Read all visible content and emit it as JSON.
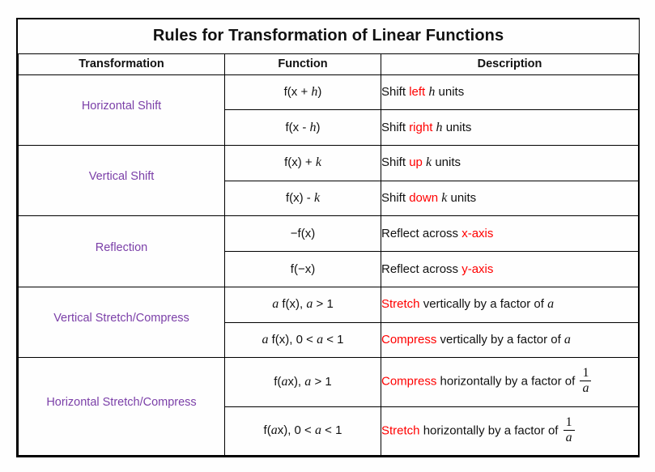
{
  "document": {
    "title": "Rules for Transformation of Linear Functions",
    "accent_purple": "#7B3FA8",
    "accent_red": "#FF0000",
    "text_color": "#111111",
    "background": "#FEFEFE",
    "border_color": "#000000"
  },
  "table": {
    "headers": {
      "transformation": "Transformation",
      "function": "Function",
      "description": "Description"
    },
    "groups": [
      {
        "label": "Horizontal Shift",
        "rows": [
          {
            "function_parts": {
              "pre": "f(x + ",
              "italic": "h",
              "post": ")"
            },
            "function_plain": "f(x + h)",
            "description_parts": {
              "pre": "Shift ",
              "keyword": "left",
              "mid": " ",
              "italic": "h",
              "post": " units"
            },
            "description_plain": "Shift left h units"
          },
          {
            "function_parts": {
              "pre": "f(x  - ",
              "italic": "h",
              "post": ")"
            },
            "function_plain": "f(x - h)",
            "description_parts": {
              "pre": "Shift ",
              "keyword": "right",
              "mid": " ",
              "italic": "h",
              "post": " units"
            },
            "description_plain": "Shift right h units"
          }
        ]
      },
      {
        "label": "Vertical Shift",
        "rows": [
          {
            "function_parts": {
              "pre": "f(x) + ",
              "italic": "k",
              "post": ""
            },
            "function_plain": "f(x) + k",
            "description_parts": {
              "pre": "Shift ",
              "keyword": "up",
              "mid": " ",
              "italic": "k",
              "post": " units"
            },
            "description_plain": "Shift up k units"
          },
          {
            "function_parts": {
              "pre": "f(x) - ",
              "italic": "k",
              "post": ""
            },
            "function_plain": "f(x) - k",
            "description_parts": {
              "pre": "Shift ",
              "keyword": "down",
              "mid": " ",
              "italic": "k",
              "post": " units"
            },
            "description_plain": "Shift down k units"
          }
        ]
      },
      {
        "label": "Reflection",
        "rows": [
          {
            "function_parts": {
              "pre": "−f(x)",
              "italic": "",
              "post": ""
            },
            "function_plain": "−f(x)",
            "description_parts": {
              "pre": "Reflect across ",
              "keyword": "x-axis",
              "mid": "",
              "italic": "",
              "post": ""
            },
            "description_plain": "Reflect across x-axis"
          },
          {
            "function_parts": {
              "pre": "f(−x)",
              "italic": "",
              "post": ""
            },
            "function_plain": "f(−x)",
            "description_parts": {
              "pre": "Reflect across ",
              "keyword": "y-axis",
              "mid": "",
              "italic": "",
              "post": ""
            },
            "description_plain": "Reflect across y-axis"
          }
        ]
      },
      {
        "label": "Vertical Stretch/Compress",
        "rows": [
          {
            "function_parts": {
              "italic_lead": "a",
              "pre": " f(x), ",
              "italic": "a",
              "post": " > 1"
            },
            "function_plain": "a f(x), a > 1",
            "description_parts": {
              "keyword": "Stretch",
              "pre": " vertically by a factor of ",
              "italic": "a",
              "post": ""
            },
            "description_plain": "Stretch vertically by a factor of a"
          },
          {
            "function_parts": {
              "italic_lead": "a",
              "pre": " f(x), 0 < ",
              "italic": "a",
              "post": " < 1"
            },
            "function_plain": "a f(x), 0 < a < 1",
            "description_parts": {
              "keyword": "Compress",
              "pre": " vertically by a factor of ",
              "italic": "a",
              "post": ""
            },
            "description_plain": "Compress vertically by a factor of a"
          }
        ]
      },
      {
        "label": "Horizontal Stretch/Compress",
        "rows": [
          {
            "function_parts": {
              "pre": "f(",
              "italic_lead": "a",
              "mid": "x), ",
              "italic": "a",
              "post": " > 1"
            },
            "function_plain": "f(ax), a > 1",
            "description_parts": {
              "keyword": "Compress",
              "pre": " horizontally by a factor of ",
              "fraction_numerator": "1",
              "fraction_denominator": "a"
            },
            "description_plain": "Compress horizontally by a factor of 1/a"
          },
          {
            "function_parts": {
              "pre": "f(",
              "italic_lead": "a",
              "mid": "x), 0 < ",
              "italic": "a",
              "post": " < 1"
            },
            "function_plain": "f(ax), 0 < a < 1",
            "description_parts": {
              "keyword": "Stretch",
              "pre": " horizontally by a factor of ",
              "fraction_numerator": "1",
              "fraction_denominator": "a"
            },
            "description_plain": "Stretch horizontally by a factor of 1/a"
          }
        ]
      }
    ]
  }
}
